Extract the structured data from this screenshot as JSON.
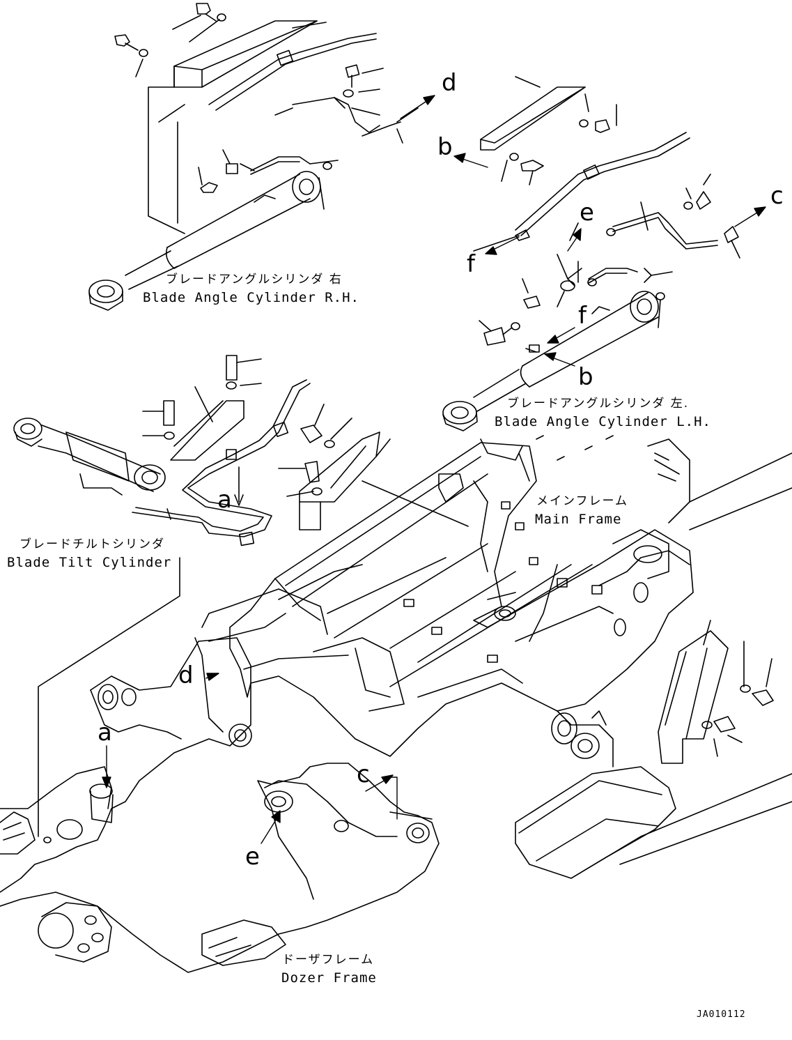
{
  "labels": {
    "angle_rh_jp": "ブレードアングルシリンダ 右",
    "angle_rh_en": "Blade Angle Cylinder R.H.",
    "angle_lh_jp": "ブレードアングルシリンダ 左.",
    "angle_lh_en": "Blade Angle Cylinder L.H.",
    "tilt_jp": "ブレードチルトシリンダ",
    "tilt_en": "Blade Tilt Cylinder",
    "main_jp": "メインフレーム",
    "main_en": "Main Frame",
    "dozer_jp": "ドーザフレーム",
    "dozer_en": "Dozer Frame"
  },
  "callouts": {
    "d_top": "d",
    "b_top": "b",
    "c_right": "c",
    "e_mid": "e",
    "f_left": "f",
    "f_mid": "f",
    "b_mid": "b",
    "a_mid": "a",
    "d_low": "d",
    "a_low": "a",
    "c_low": "c",
    "e_low": "e"
  },
  "drawing_code": "JA010112",
  "colors": {
    "line": "#000000",
    "background": "#ffffff"
  }
}
